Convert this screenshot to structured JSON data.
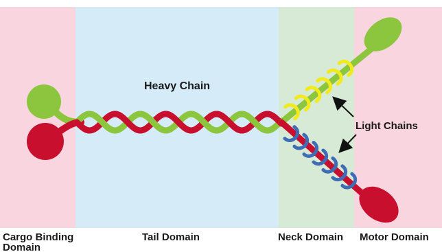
{
  "labels": {
    "heavy_chain": "Heavy Chain",
    "light_chains": "Light Chains"
  },
  "domains": [
    {
      "id": "cargo",
      "label_line1": "Cargo Binding",
      "label_line2": "Domain",
      "color": "#f9d6df"
    },
    {
      "id": "tail",
      "label": "Tail Domain",
      "color": "#d5ebf8"
    },
    {
      "id": "neck",
      "label": "Neck Domain",
      "color": "#d6ead6"
    },
    {
      "id": "motor",
      "label": "Motor Domain",
      "color": "#f9d6df"
    }
  ],
  "colors": {
    "heavy_chain_red": "#c8102e",
    "heavy_chain_green": "#8cc63f",
    "light_chain_yellow": "#f2ea1d",
    "light_chain_blue": "#3e6db5",
    "arrow": "#111111"
  }
}
